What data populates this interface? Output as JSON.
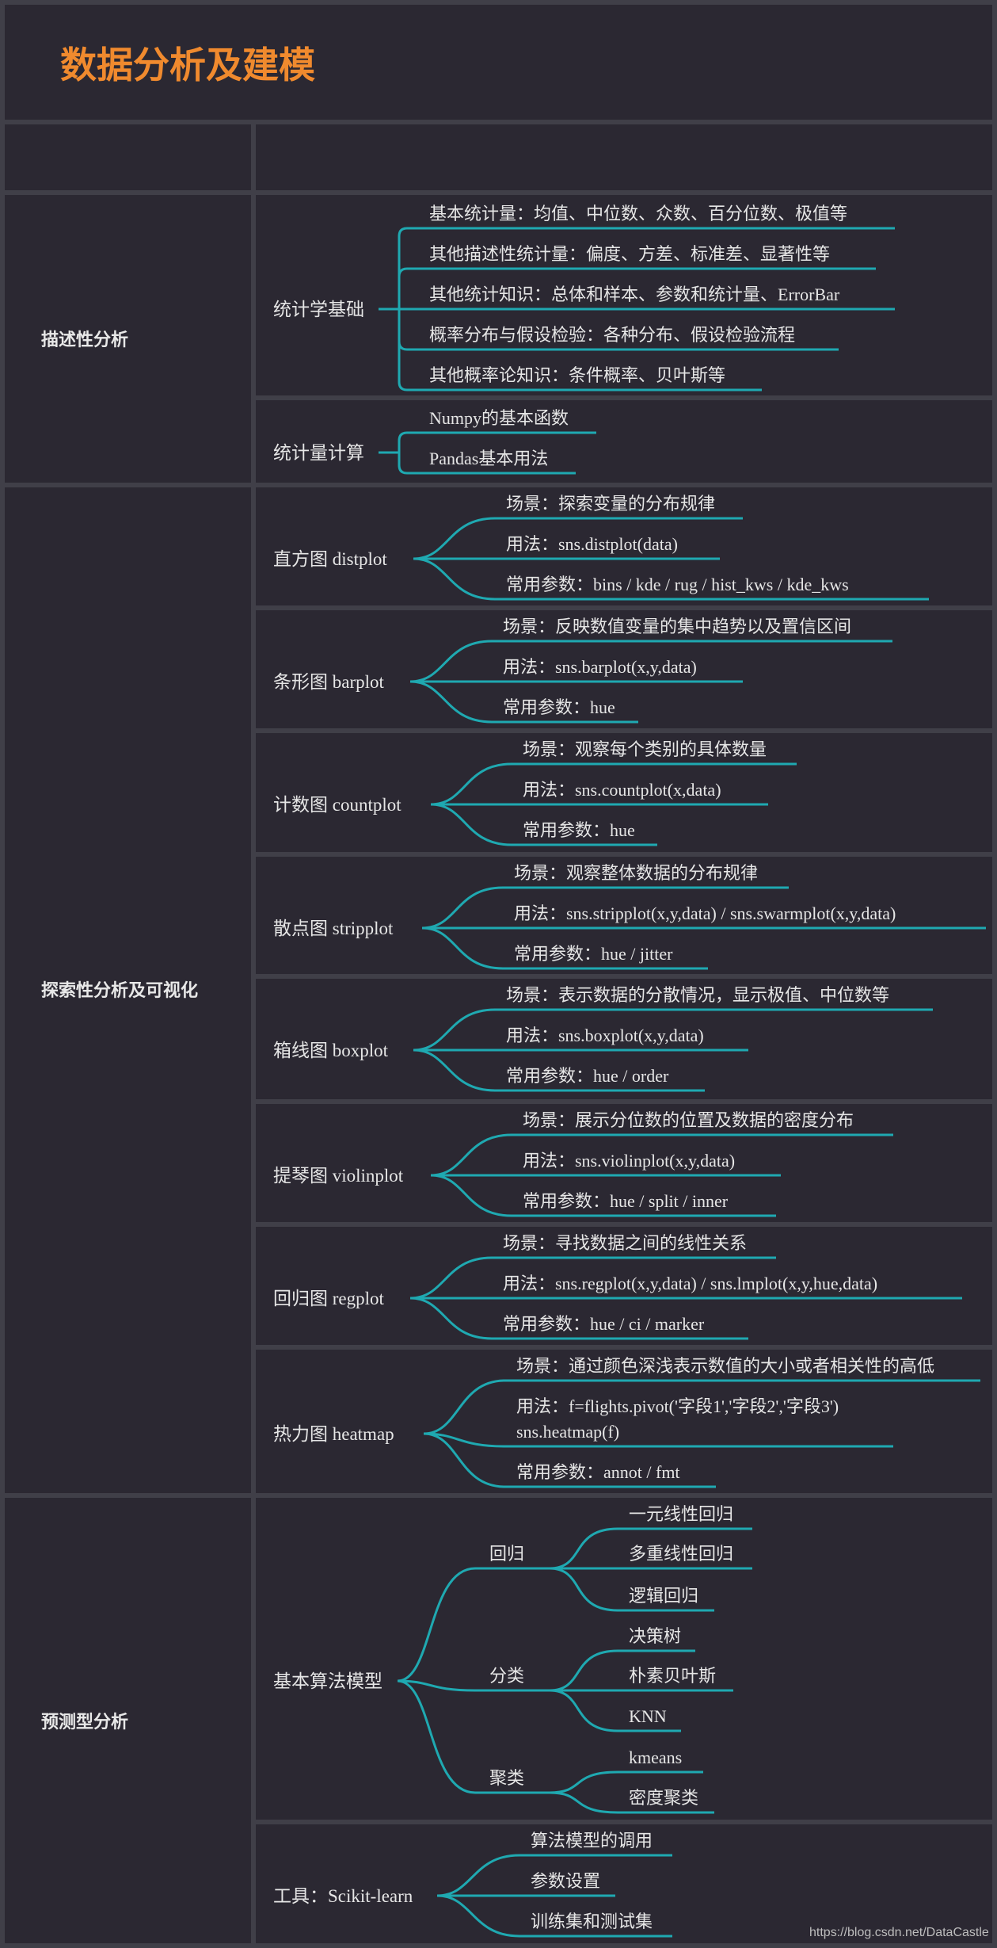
{
  "title": "数据分析及建模",
  "colors": {
    "background": "#2b2832",
    "border": "#403f48",
    "line": "#1fa9b1",
    "title": "#f08a2e",
    "text": "#e6e6e6"
  },
  "sections": [
    {
      "name": "描述性分析",
      "groups": [
        {
          "label": "统计学基础",
          "items": [
            "基本统计量：均值、中位数、众数、百分位数、极值等",
            "其他描述性统计量：偏度、方差、标准差、显著性等",
            "其他统计知识：总体和样本、参数和统计量、ErrorBar",
            "概率分布与假设检验：各种分布、假设检验流程",
            "其他概率论知识：条件概率、贝叶斯等"
          ]
        },
        {
          "label": "统计量计算",
          "items": [
            "Numpy的基本函数",
            "Pandas基本用法"
          ]
        }
      ]
    },
    {
      "name": "探索性分析及可视化",
      "groups": [
        {
          "label": "直方图  distplot",
          "items": [
            "场景：探索变量的分布规律",
            "用法：sns.distplot(data)",
            "常用参数：bins / kde / rug / hist_kws / kde_kws"
          ]
        },
        {
          "label": "条形图  barplot",
          "items": [
            "场景：反映数值变量的集中趋势以及置信区间",
            "用法：sns.barplot(x,y,data)",
            "常用参数：hue"
          ]
        },
        {
          "label": "计数图  countplot",
          "items": [
            "场景：观察每个类别的具体数量",
            "用法：sns.countplot(x,data)",
            "常用参数：hue"
          ]
        },
        {
          "label": "散点图  stripplot",
          "items": [
            "场景：观察整体数据的分布规律",
            "用法：sns.stripplot(x,y,data) / sns.swarmplot(x,y,data)",
            "常用参数：hue / jitter"
          ]
        },
        {
          "label": "箱线图  boxplot",
          "items": [
            "场景：表示数据的分散情况，显示极值、中位数等",
            "用法：sns.boxplot(x,y,data)",
            "常用参数：hue / order"
          ]
        },
        {
          "label": "提琴图  violinplot",
          "items": [
            "场景：展示分位数的位置及数据的密度分布",
            "用法：sns.violinplot(x,y,data)",
            "常用参数：hue / split / inner"
          ]
        },
        {
          "label": "回归图  regplot",
          "items": [
            "场景：寻找数据之间的线性关系",
            "用法：sns.regplot(x,y,data) / sns.lmplot(x,y,hue,data)",
            "常用参数：hue / ci / marker"
          ]
        },
        {
          "label": "热力图  heatmap",
          "items": [
            "场景：通过颜色深浅表示数值的大小或者相关性的高低",
            [
              "用法：f=flights.pivot('字段1','字段2','字段3')",
              "sns.heatmap(f)"
            ],
            "常用参数：annot / fmt"
          ]
        }
      ]
    },
    {
      "name": "预测型分析",
      "groups": [
        {
          "label": "基本算法模型",
          "branches": [
            {
              "label": "回归",
              "items": [
                "一元线性回归",
                "多重线性回归",
                "逻辑回归"
              ]
            },
            {
              "label": "分类",
              "items": [
                "决策树",
                "朴素贝叶斯",
                "KNN"
              ]
            },
            {
              "label": "聚类",
              "items": [
                "kmeans",
                "密度聚类"
              ]
            }
          ]
        },
        {
          "label": "工具：Scikit-learn",
          "items": [
            "算法模型的调用",
            "参数设置",
            "训练集和测试集"
          ]
        }
      ]
    }
  ],
  "watermark": "https://blog.csdn.net/DataCastle"
}
